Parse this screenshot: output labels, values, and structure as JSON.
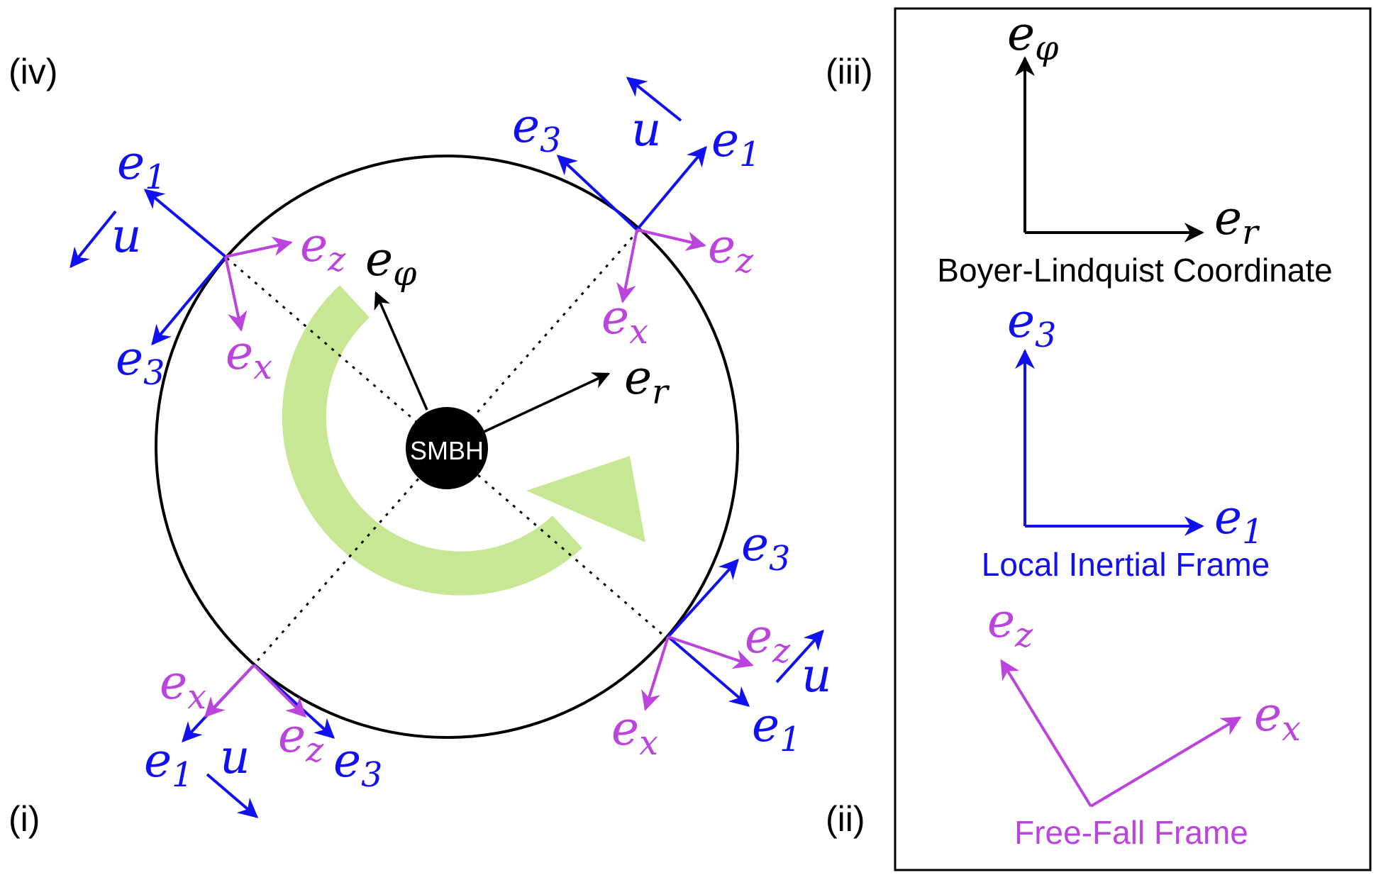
{
  "quadrants": {
    "i": "(i)",
    "ii": "(ii)",
    "iii": "(iii)",
    "iv": "(iv)"
  },
  "center": {
    "label": "SMBH"
  },
  "labels": {
    "e": "e",
    "sub_1": "1",
    "sub_3": "3",
    "sub_x": "x",
    "sub_z": "z",
    "sub_r": "r",
    "sub_phi": "φ",
    "u": "u"
  },
  "legend": {
    "boyer_lindquist": "Boyer-Lindquist Coordinate",
    "local_inertial": "Local Inertial Frame",
    "free_fall": "Free-Fall Frame"
  },
  "colors": {
    "black": "#000000",
    "blue": "#1010f0",
    "purple": "#bb44dd",
    "green": "#c4e68f"
  }
}
